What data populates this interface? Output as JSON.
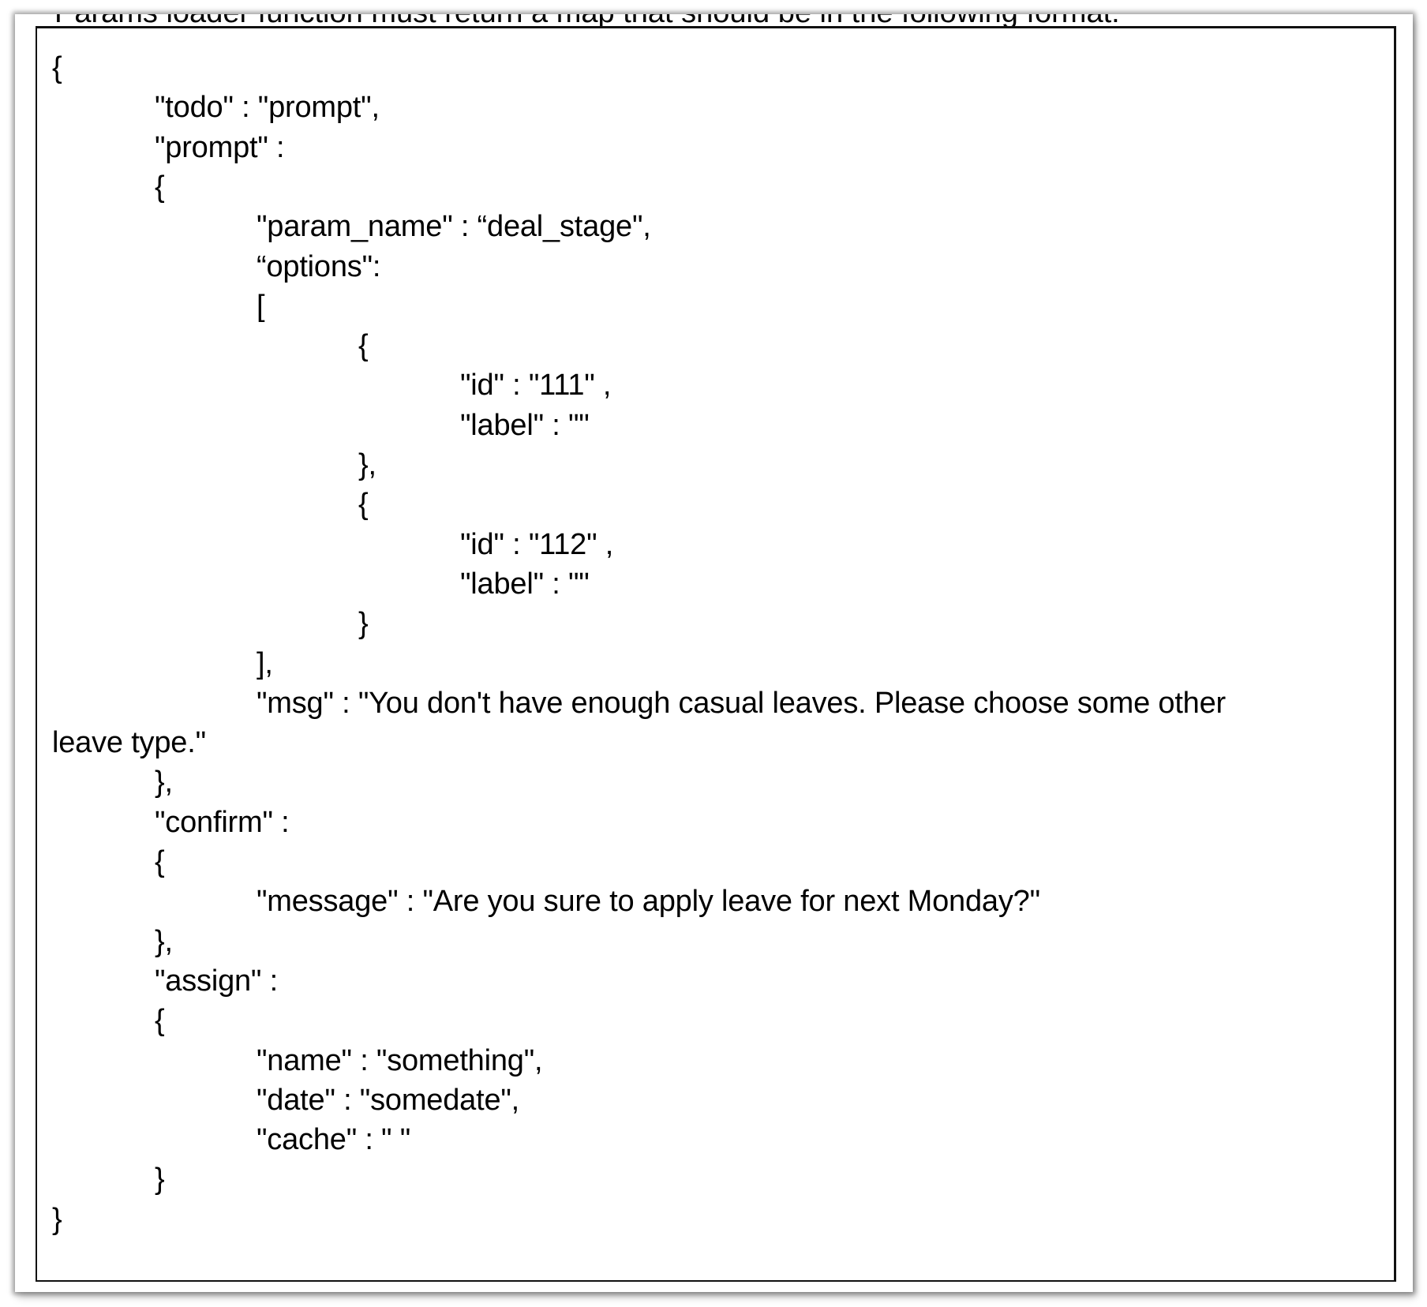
{
  "caption": "Params loader function must return a map that should be in the following format:",
  "code_lines": [
    {
      "indent": 0,
      "text": "{"
    },
    {
      "indent": 1,
      "text": "\"todo\" : \"prompt\","
    },
    {
      "indent": 1,
      "text": "\"prompt\" :"
    },
    {
      "indent": 1,
      "text": "{"
    },
    {
      "indent": 2,
      "text": "\"param_name\" : “deal_stage\","
    },
    {
      "indent": 2,
      "text": "“options\":"
    },
    {
      "indent": 2,
      "text": "["
    },
    {
      "indent": 3,
      "text": "{"
    },
    {
      "indent": 4,
      "text": "\"id\" : \"111\" ,"
    },
    {
      "indent": 4,
      "text": "\"label\" : \"\""
    },
    {
      "indent": 3,
      "text": "},"
    },
    {
      "indent": 3,
      "text": "{"
    },
    {
      "indent": 4,
      "text": "\"id\" : \"112\" ,"
    },
    {
      "indent": 4,
      "text": "\"label\" : \"\""
    },
    {
      "indent": 3,
      "text": "}"
    },
    {
      "indent": 2,
      "text": "],"
    },
    {
      "indent": 2,
      "text": "\"msg\" : \"You don't have enough casual leaves. Please choose some other"
    },
    {
      "indent": 0,
      "text": "leave type.\""
    },
    {
      "indent": 1,
      "text": "},"
    },
    {
      "indent": 1,
      "text": "\"confirm\" :"
    },
    {
      "indent": 1,
      "text": "{"
    },
    {
      "indent": 2,
      "text": "\"message\" : \"Are you sure to apply leave for next Monday?\""
    },
    {
      "indent": 1,
      "text": "},"
    },
    {
      "indent": 1,
      "text": "\"assign\" :"
    },
    {
      "indent": 1,
      "text": "{"
    },
    {
      "indent": 2,
      "text": "\"name\" : \"something\","
    },
    {
      "indent": 2,
      "text": "\"date\" : \"somedate\","
    },
    {
      "indent": 2,
      "text": "\"cache\" : \" \""
    },
    {
      "indent": 1,
      "text": "}"
    },
    {
      "indent": 0,
      "text": "}"
    }
  ]
}
